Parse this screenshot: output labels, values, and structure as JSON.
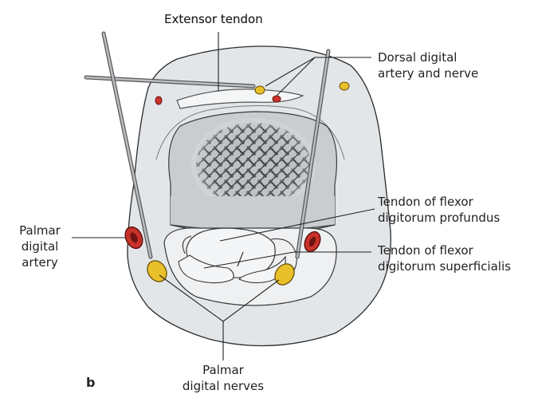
{
  "figure": {
    "panel_letter": "b",
    "labels": {
      "extensor_tendon": "Extensor tendon",
      "dorsal_digital": [
        "Dorsal digital",
        "artery and nerve"
      ],
      "flexor_profundus": [
        "Tendon of flexor",
        "digitorum profundus"
      ],
      "flexor_superficialis": [
        "Tendon of flexor",
        "digitorum superficialis"
      ],
      "palmar_artery": [
        "Palmar",
        "digital",
        "artery"
      ],
      "palmar_nerves": [
        "Palmar",
        "digital nerves"
      ]
    },
    "colors": {
      "skin": "#e3e6e9",
      "bone_cortex": "#cfd3d6",
      "marrow": "#555a5e",
      "artery": "#c8322a",
      "nerve": "#e8c02a",
      "needle": "#9aa0a6"
    }
  }
}
